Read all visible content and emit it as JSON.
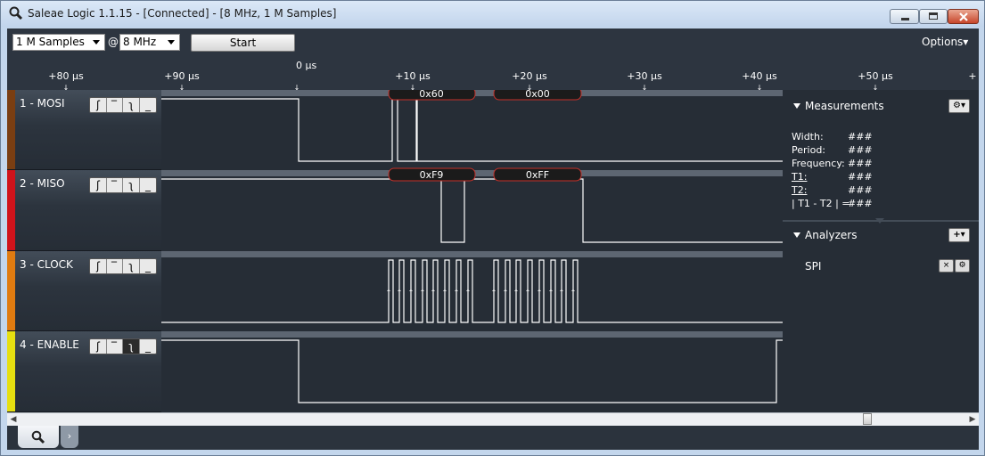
{
  "window": {
    "title": "Saleae Logic 1.1.15 - [Connected] - [8 MHz, 1 M Samples]",
    "minimize_icon": "minimize-icon",
    "maximize_icon": "maximize-icon",
    "close_icon": "close-icon"
  },
  "toolbar": {
    "samples": "1 M Samples",
    "at": "@",
    "rate": "8 MHz",
    "start": "Start",
    "options": "Options▾"
  },
  "ruler": {
    "zero": "0 µs",
    "ticks": [
      "+80 µs",
      "+90 µs",
      "+10 µs",
      "+20 µs",
      "+30 µs",
      "+40 µs",
      "+50 µs",
      "+"
    ]
  },
  "channels": [
    {
      "name": "1 - MOSI",
      "color": "#7a3e12"
    },
    {
      "name": "2 - MISO",
      "color": "#d0131b"
    },
    {
      "name": "3 - CLOCK",
      "color": "#e07b10"
    },
    {
      "name": "4 - ENABLE",
      "color": "#e6df10"
    }
  ],
  "trigger_buttons": {
    "rising": "ʃ",
    "high": "‾",
    "falling": "ʅ",
    "low": "_"
  },
  "decoded": {
    "mosi": [
      "0x60",
      "0x00"
    ],
    "miso": [
      "0xF9",
      "0xFF"
    ]
  },
  "measurements": {
    "title": "Measurements",
    "rows": [
      {
        "label": "Width:",
        "value": "###"
      },
      {
        "label": "Period:",
        "value": "###"
      },
      {
        "label": "Frequency:",
        "value": "###"
      },
      {
        "label": "T1:",
        "value": "###"
      },
      {
        "label": "T2:",
        "value": "###"
      },
      {
        "label": "| T1 - T2 | =",
        "value": "###"
      }
    ]
  },
  "analyzers": {
    "title": "Analyzers",
    "items": [
      "SPI"
    ]
  },
  "bottom": {
    "tab_next": "›"
  }
}
